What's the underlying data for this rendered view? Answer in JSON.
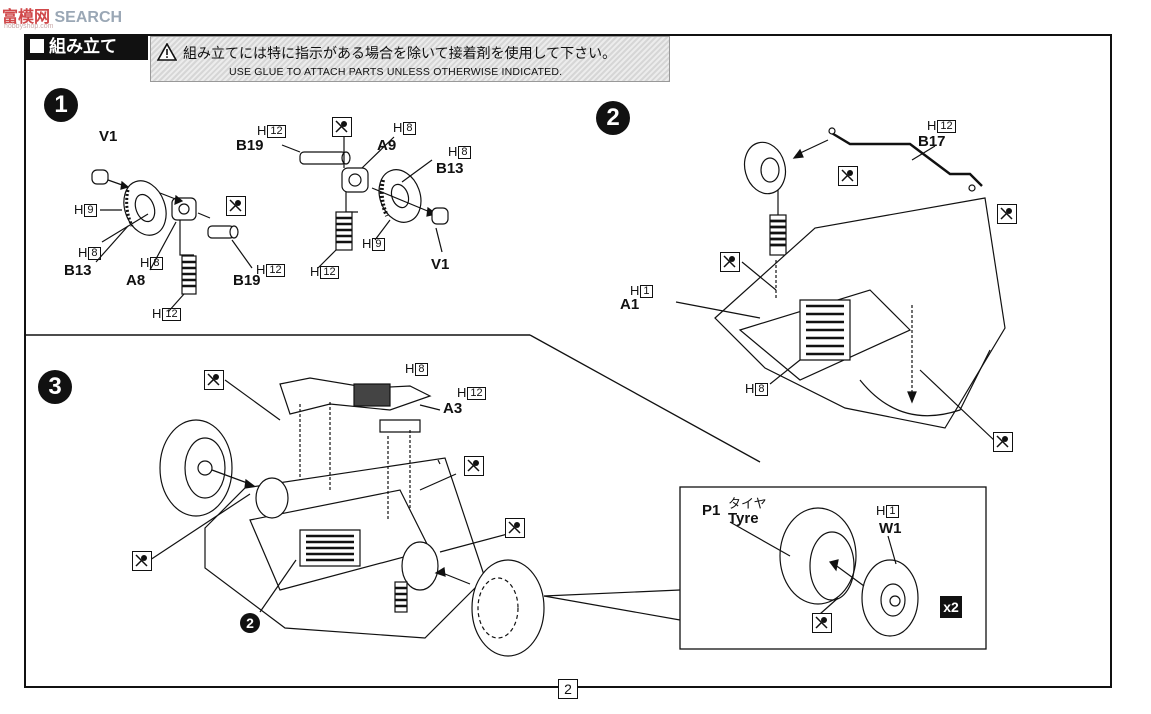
{
  "watermark": {
    "prefix": "富",
    "brand": "模网",
    "suffix": "SEARCH",
    "sub": "hobbyshop.com"
  },
  "section": {
    "title": "組み立て"
  },
  "notice": {
    "jp": "組み立てには特に指示がある場合を除いて接着剤を使用して下さい。",
    "en": "USE GLUE TO ATTACH PARTS UNLESS OTHERWISE INDICATED."
  },
  "steps": [
    {
      "number": "1"
    },
    {
      "number": "2"
    },
    {
      "number": "3"
    }
  ],
  "step1": {
    "labels": {
      "v1_top": "V1",
      "b13_left": "B13",
      "a8": "A8",
      "b19_bottom": "B19",
      "b19_top": "B19",
      "a9": "A9",
      "b13_right": "B13",
      "v1_bottom": "V1"
    },
    "runners": {
      "h9_left": {
        "h": "H",
        "num": "9"
      },
      "h8_left": {
        "h": "H",
        "num": "8"
      },
      "h8_a8": {
        "h": "H",
        "num": "8"
      },
      "h12_bottom": {
        "h": "H",
        "num": "12"
      },
      "h12_b19": {
        "h": "H",
        "num": "12"
      },
      "h12_top": {
        "h": "H",
        "num": "12"
      },
      "h8_top": {
        "h": "H",
        "num": "8"
      },
      "h8_b13": {
        "h": "H",
        "num": "8"
      },
      "h9_right": {
        "h": "H",
        "num": "9"
      },
      "h12_right_bottom": {
        "h": "H",
        "num": "12"
      }
    }
  },
  "step2": {
    "labels": {
      "b17": "B17",
      "a1": "A1"
    },
    "runners": {
      "h12_b17": {
        "h": "H",
        "num": "12"
      },
      "h1_a1": {
        "h": "H",
        "num": "1"
      },
      "h8_bottom": {
        "h": "H",
        "num": "8"
      }
    }
  },
  "step3": {
    "labels": {
      "a3": "A3",
      "ref_step": "2"
    },
    "runners": {
      "h8_top": {
        "h": "H",
        "num": "8"
      },
      "h12_a3": {
        "h": "H",
        "num": "12"
      }
    }
  },
  "inset": {
    "p1": "P1",
    "tyre_jp": "タイヤ",
    "tyre_en": "Tyre",
    "w1": "W1",
    "h1": {
      "h": "H",
      "num": "1"
    },
    "qty": "x2"
  },
  "page_number": "2"
}
